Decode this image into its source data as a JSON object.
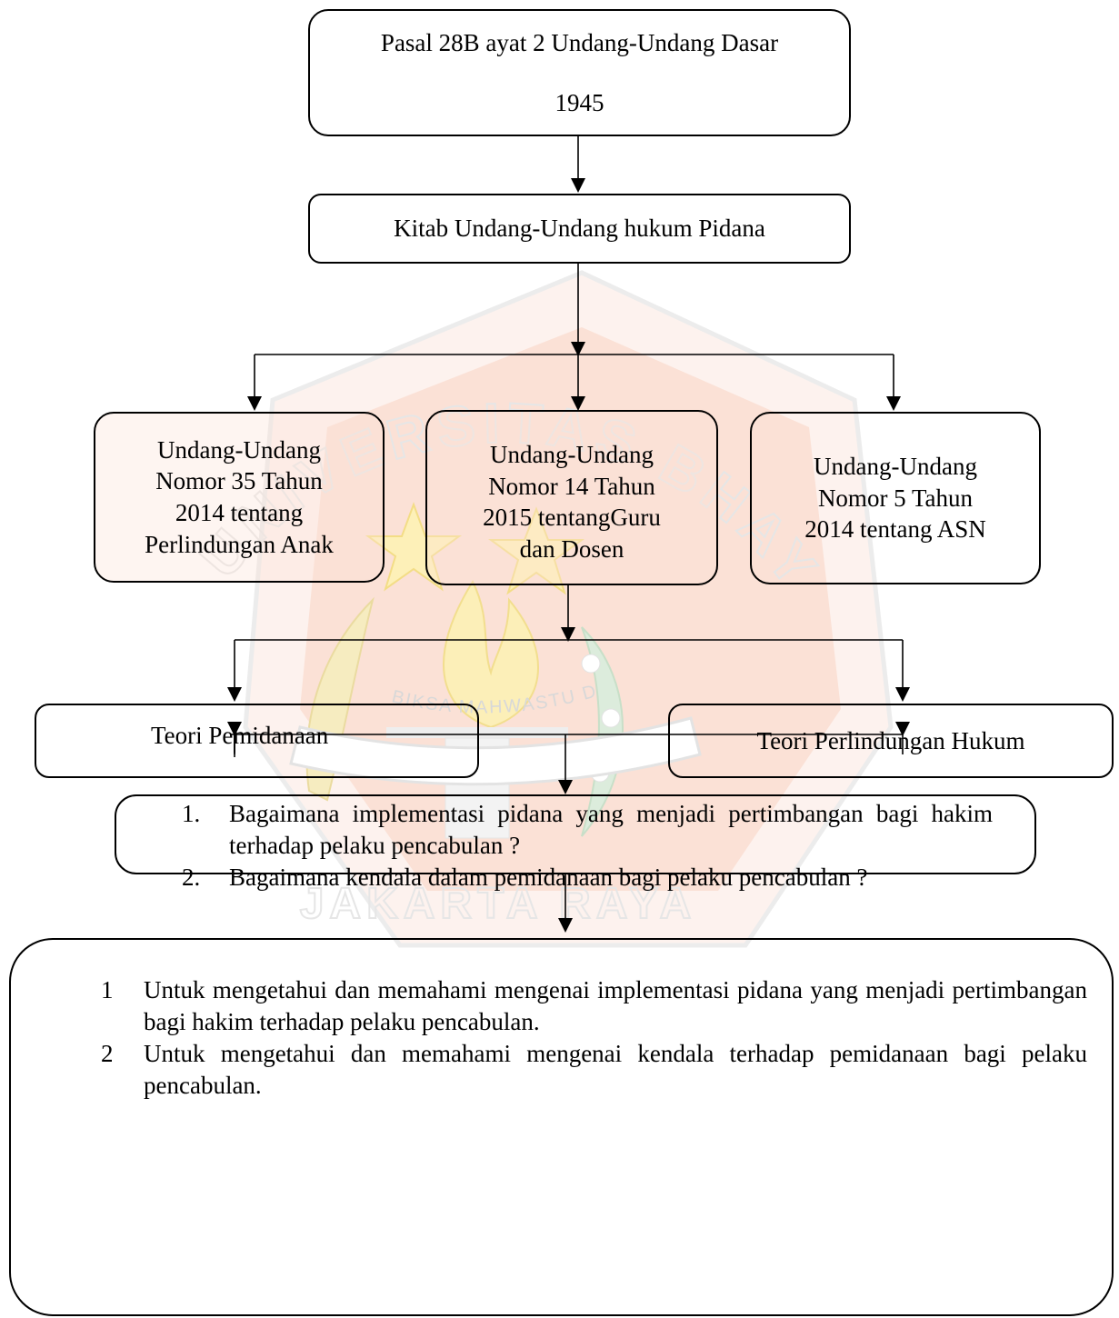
{
  "watermark": {
    "arc_top": "UNIVERSITAS BHAYANGKARA",
    "ribbon": "BIKSA MAHWASTU DASI",
    "bottom": "JAKARTA RAYA"
  },
  "nodes": {
    "uud": [
      "Pasal 28B ayat 2 Undang-Undang Dasar",
      "1945"
    ],
    "kuhp": [
      "Kitab Undang-Undang hukum Pidana"
    ],
    "uu_anak": [
      "Undang-Undang",
      "Nomor 35 Tahun",
      "2014 tentang",
      "Perlindungan Anak"
    ],
    "uu_guru": [
      "Undang-Undang",
      "Nomor 14 Tahun",
      "2015 tentangGuru",
      "dan Dosen"
    ],
    "uu_asn": [
      "Undang-Undang",
      "Nomor 5 Tahun",
      "2014 tentang ASN"
    ],
    "teori_pemidanaan": [
      "Teori Pemidanaan"
    ],
    "teori_perlindungan": [
      "Teori Perlindungan Hukum"
    ]
  },
  "questions": [
    {
      "num": "1.",
      "text": "Bagaimana implementasi pidana yang menjadi pertimbangan bagi hakim terhadap pelaku pencabulan ?"
    },
    {
      "num": "2.",
      "text": "Bagaimana kendala dalam pemidanaan bagi pelaku pencabulan ?"
    }
  ],
  "objectives": [
    {
      "num": "1",
      "text": "Untuk mengetahui dan memahami mengenai implementasi pidana yang menjadi pertimbangan bagi hakim terhadap pelaku pencabulan."
    },
    {
      "num": "2",
      "text": "Untuk mengetahui dan memahami mengenai kendala terhadap pemidanaan bagi pelaku pencabulan."
    }
  ],
  "colors": {
    "watermark_red": "#f5c8b5",
    "watermark_yellow": "#fbe9a6",
    "watermark_green": "#cfe6cf",
    "line": "#000000"
  }
}
